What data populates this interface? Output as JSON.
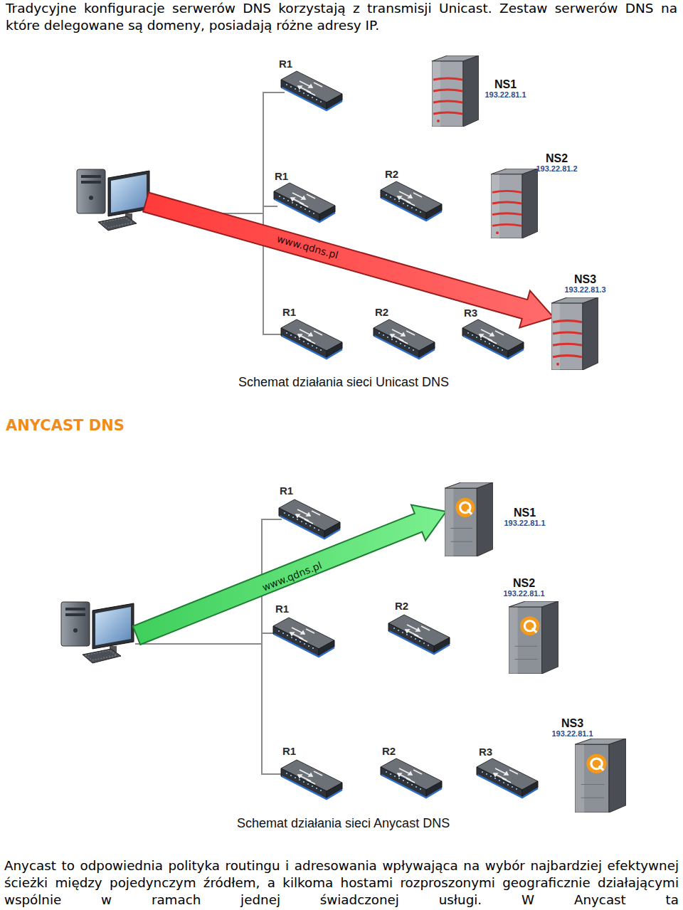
{
  "diagram": {
    "nodes": [
      {
        "text": [
          "R1"
        ]
      },
      {
        "text": [
          "NS1",
          "193.22.81.1"
        ]
      },
      {
        "text": [
          "R1"
        ]
      },
      {
        "text": [
          "R2"
        ]
      },
      {
        "text": [
          "NS2",
          "193.22.81.2"
        ]
      },
      {
        "text": [
          "R1"
        ]
      },
      {
        "text": [
          "R2"
        ]
      },
      {
        "text": [
          "R3"
        ]
      },
      {
        "text": [
          "NS3",
          "193.22.81.3"
        ]
      },
      {
        "text": [
          "R1"
        ]
      },
      {
        "text": [
          "NS1",
          "193.22.81.1"
        ]
      },
      {
        "text": [
          "R1"
        ]
      },
      {
        "text": [
          "R2"
        ]
      },
      {
        "text": [
          "NS2",
          "193.22.81.1"
        ]
      },
      {
        "text": [
          "R1"
        ]
      },
      {
        "text": [
          "R2"
        ]
      },
      {
        "text": [
          "R3"
        ]
      },
      {
        "text": [
          "NS3",
          "193.22.81.1"
        ]
      }
    ],
    "labels": [
      "Tradycyjne konfiguracje serwerów DNS korzystają z transmisji Unicast. Zestaw serwerów DNS na które delegowane są domeny, posiadają różne adresy IP.",
      "www.qdns.pl",
      "Schemat działania sieci Unicast DNS",
      "ANYCAST DNS",
      "www.qdns.pl",
      "Schemat działania sieci Anycast DNS",
      "Anycast to odpowiednia polityka routingu i adresowania wpływająca na wybór najbardziej efektywnej ścieżki między pojedynczym źródłem, a kilkoma hostami rozproszonymi geograficznie działającymi wspólnie w ramach jednej świadczonej usługi. W Anycast ta"
    ]
  }
}
